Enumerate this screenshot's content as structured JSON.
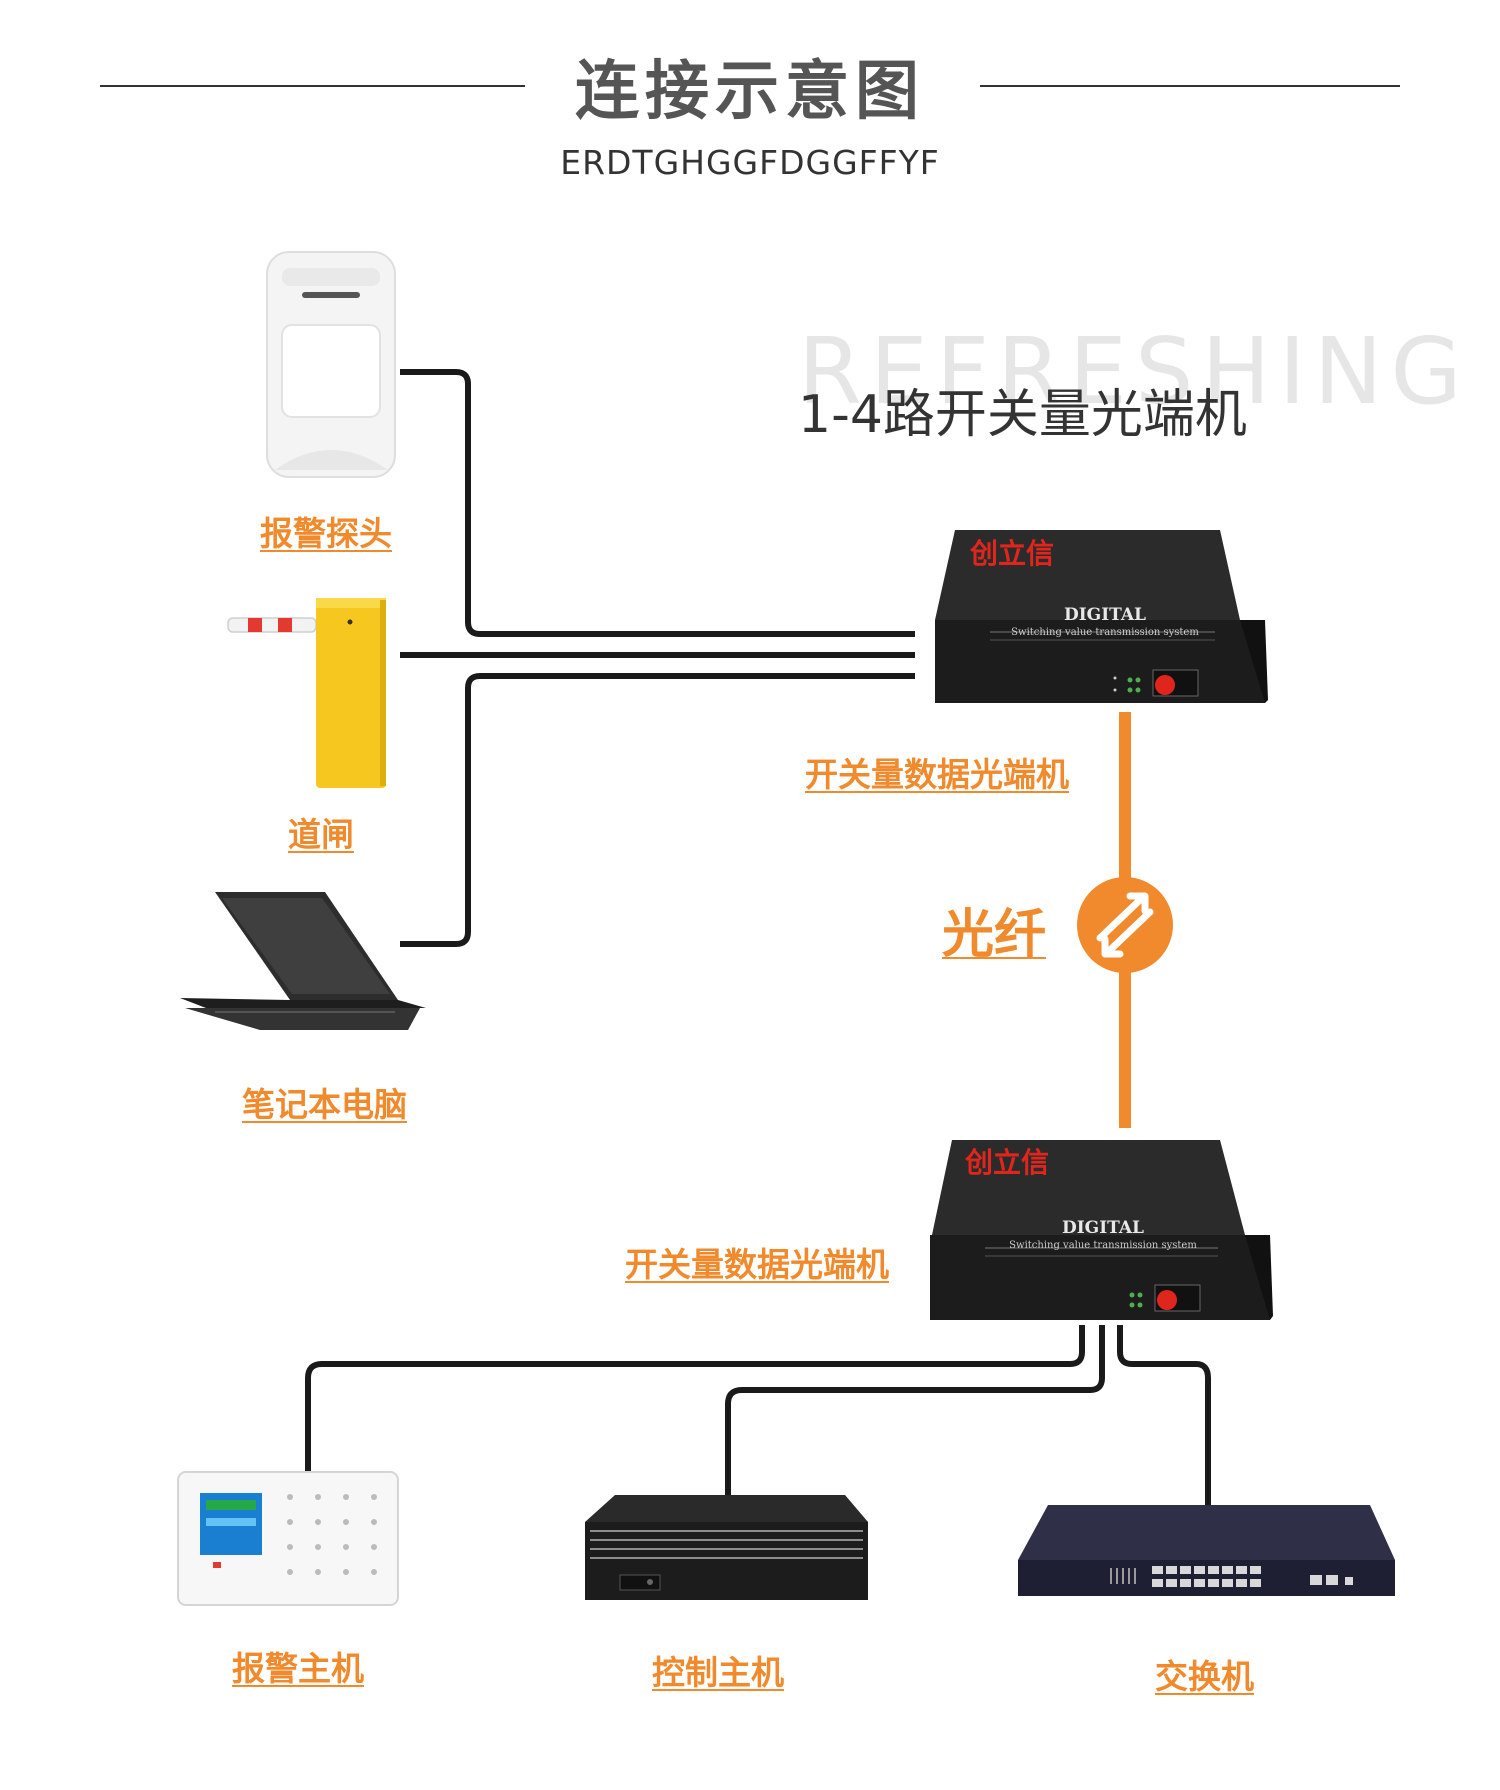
{
  "header": {
    "title": "连接示意图",
    "subtitle": "ERDTGHGGFDGGFFYF"
  },
  "watermark": "REFRESHING",
  "product_title": "1-4路开关量光端机",
  "devices": {
    "sensor": "报警探头",
    "gate": "道闸",
    "laptop": "笔记本电脑",
    "transceiver_top": "开关量数据光端机",
    "fiber": "光纤",
    "transceiver_bottom": "开关量数据光端机",
    "alarm_host": "报警主机",
    "control_host": "控制主机",
    "switch": "交换机"
  },
  "transceiver_face": {
    "brand": "创立信",
    "model": "DIGITAL",
    "caption": "Switching value transmission system"
  },
  "colors": {
    "accent_orange": "#f08a2c",
    "cable": "#1a1a1a",
    "device_body": "#1c1c1c"
  }
}
